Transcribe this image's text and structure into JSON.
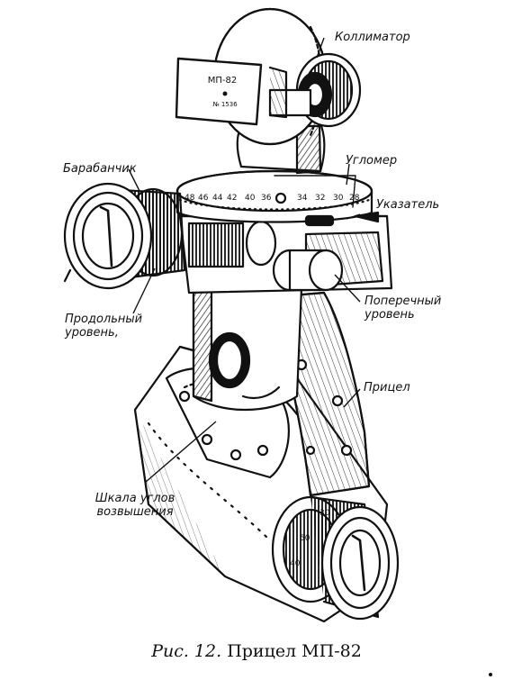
{
  "figure": {
    "caption_prefix": "Рис. 12.",
    "caption_title": "Прицел МП-82",
    "plate": {
      "line1": "МП-82",
      "line2": "№ 1536"
    },
    "scale_numbers": [
      "48",
      "46",
      "44",
      "42",
      "40",
      "36",
      "34",
      "32",
      "30",
      "28"
    ],
    "drum_numbers": [
      "30",
      "50",
      "40"
    ]
  },
  "labels": {
    "collimator": "Коллиматор",
    "drum": "Барабанчик",
    "goniometer": "Угломер",
    "pointer": "Указатель",
    "longitudinal_level": "Продольный уровень,",
    "transverse_level": "Поперечный уровень",
    "sight": "Прицел",
    "elevation_scale": "Шкала углов возвышения"
  }
}
